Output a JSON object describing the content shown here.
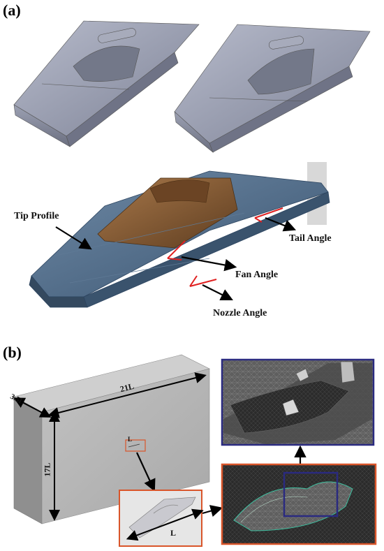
{
  "panels": {
    "a": {
      "label": "(a)"
    },
    "b": {
      "label": "(b)"
    }
  },
  "annotations": {
    "tip_profile": "Tip Profile",
    "tail_angle": "Tail Angle",
    "fan_angle": "Fan Angle",
    "nozzle_angle": "Nozzle Angle"
  },
  "domain_dims": {
    "width": "21L",
    "depth": "3.5L",
    "height": "17L",
    "model_marker": "L",
    "length": "L"
  },
  "colors": {
    "model_gray": "#8e93a6",
    "model_blue": "#4a6682",
    "model_brown": "#7a5230",
    "domain_gray": "#b4b4b4",
    "accent_red": "#e02020",
    "inset_orange": "#d9552a",
    "inset_navy": "#2a2a80"
  }
}
